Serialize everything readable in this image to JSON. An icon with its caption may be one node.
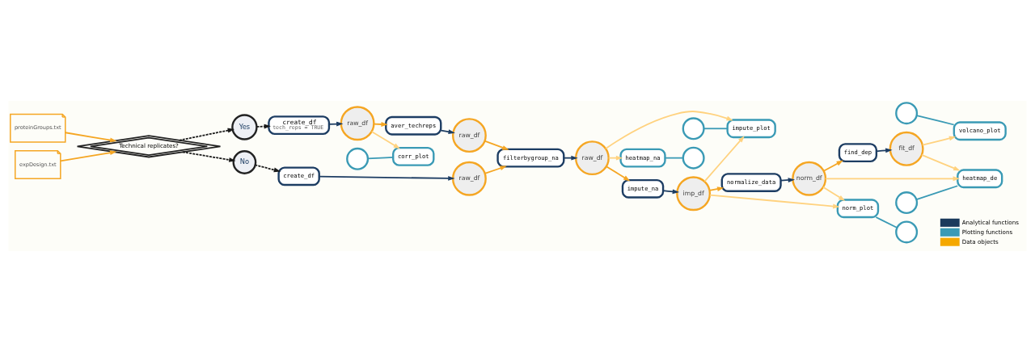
{
  "diagram": {
    "nodes": [
      {
        "text": [
          "proteinGroups.txt"
        ]
      },
      {
        "text": [
          "expDesign.txt"
        ]
      },
      {
        "text": [
          "Technical replicates?"
        ]
      },
      {
        "text": [
          "Yes"
        ]
      },
      {
        "text": [
          "No"
        ]
      },
      {
        "text": [
          "create_df",
          "tech_reps = TRUE"
        ]
      },
      {
        "text": [
          "raw_df"
        ]
      },
      {
        "text": [
          "aver_techreps"
        ]
      },
      {
        "text": [],
        "shape": "circle"
      },
      {
        "text": [
          "corr_plot"
        ]
      },
      {
        "text": [
          "raw_df"
        ]
      },
      {
        "text": [
          "filterbygroup_na"
        ]
      },
      {
        "text": [
          "create_df"
        ]
      },
      {
        "text": [
          "raw_df"
        ]
      },
      {
        "text": [
          "raw_df"
        ]
      },
      {
        "text": [],
        "shape": "circle"
      },
      {
        "text": [
          "impute_plot"
        ]
      },
      {
        "text": [
          "impute_na"
        ]
      },
      {
        "text": [
          "heatmap_na"
        ]
      },
      {
        "text": [],
        "shape": "circle"
      },
      {
        "text": [
          "imp_df"
        ]
      },
      {
        "text": [
          "normalize_data"
        ]
      },
      {
        "text": [
          "norm_df"
        ]
      },
      {
        "text": [
          "find_dep"
        ]
      },
      {
        "text": [
          "fit_df"
        ]
      },
      {
        "text": [],
        "shape": "circle"
      },
      {
        "text": [
          "volcano_plot"
        ]
      },
      {
        "text": [],
        "shape": "circle"
      },
      {
        "text": [
          "heatmap_de"
        ]
      },
      {
        "text": [
          "norm_plot"
        ]
      },
      {
        "text": [],
        "shape": "circle"
      }
    ],
    "edges": [
      {
        "from": 0,
        "to": 2,
        "arrow": "to",
        "color": "#f5a623"
      },
      {
        "from": 1,
        "to": 2,
        "arrow": "to",
        "color": "#f5a623"
      },
      {
        "from": 2,
        "to": 3,
        "arrow": "to",
        "style": "dashed",
        "color": "#1a1a1a"
      },
      {
        "from": 2,
        "to": 4,
        "arrow": "to",
        "style": "dashed",
        "color": "#1a1a1a"
      },
      {
        "from": 3,
        "to": 5,
        "arrow": "to",
        "style": "dashed",
        "color": "#1a1a1a"
      },
      {
        "from": 4,
        "to": 12,
        "arrow": "to",
        "style": "dashed",
        "color": "#1a1a1a"
      },
      {
        "from": 5,
        "to": 6,
        "arrow": "to",
        "color": "#1d3d63"
      },
      {
        "from": 6,
        "to": 7,
        "arrow": "to",
        "color": "#f5a623"
      },
      {
        "from": 6,
        "to": 9,
        "arrow": "to",
        "color": "#ffd27f"
      },
      {
        "from": 8,
        "to": 9,
        "arrow": "none",
        "color": "#3a9ab5"
      },
      {
        "from": 7,
        "to": 10,
        "arrow": "to",
        "color": "#1d3d63"
      },
      {
        "from": 10,
        "to": 11,
        "arrow": "to",
        "color": "#f5a623"
      },
      {
        "from": 12,
        "to": 13,
        "arrow": "to",
        "color": "#1d3d63"
      },
      {
        "from": 13,
        "to": 11,
        "arrow": "to",
        "color": "#f5a623"
      },
      {
        "from": 11,
        "to": 14,
        "arrow": "to",
        "color": "#1d3d63"
      },
      {
        "from": 14,
        "to": 16,
        "arrow": "to",
        "color": "#ffd27f"
      },
      {
        "from": 14,
        "to": 17,
        "arrow": "to",
        "color": "#f5a623"
      },
      {
        "from": 14,
        "to": 18,
        "arrow": "to",
        "color": "#ffd27f"
      },
      {
        "from": 15,
        "to": 16,
        "arrow": "none",
        "color": "#3a9ab5"
      },
      {
        "from": 18,
        "to": 19,
        "arrow": "none",
        "color": "#3a9ab5"
      },
      {
        "from": 17,
        "to": 20,
        "arrow": "to",
        "color": "#1d3d63"
      },
      {
        "from": 20,
        "to": 16,
        "arrow": "to",
        "color": "#ffd27f"
      },
      {
        "from": 20,
        "to": 21,
        "arrow": "to",
        "color": "#f5a623"
      },
      {
        "from": 20,
        "to": 29,
        "arrow": "to",
        "color": "#ffd27f"
      },
      {
        "from": 21,
        "to": 22,
        "arrow": "to",
        "color": "#1d3d63"
      },
      {
        "from": 22,
        "to": 28,
        "arrow": "to",
        "color": "#ffd27f"
      },
      {
        "from": 22,
        "to": 23,
        "arrow": "to",
        "color": "#f5a623"
      },
      {
        "from": 22,
        "to": 29,
        "arrow": "to",
        "color": "#ffd27f"
      },
      {
        "from": 23,
        "to": 24,
        "arrow": "to",
        "color": "#1d3d63"
      },
      {
        "from": 24,
        "to": 26,
        "arrow": "to",
        "color": "#ffd27f"
      },
      {
        "from": 24,
        "to": 28,
        "arrow": "to",
        "color": "#ffd27f"
      },
      {
        "from": 25,
        "to": 26,
        "arrow": "none",
        "color": "#3a9ab5"
      },
      {
        "from": 27,
        "to": 28,
        "arrow": "none",
        "color": "#3a9ab5"
      },
      {
        "from": 29,
        "to": 30,
        "arrow": "none",
        "color": "#3a9ab5"
      }
    ],
    "legend": [
      {
        "text": "Analytical functions",
        "color": "#1b3a5c"
      },
      {
        "text": "Plotting functions",
        "color": "#3a9ab5"
      },
      {
        "text": "Data objects",
        "color": "#f5a800"
      }
    ]
  }
}
